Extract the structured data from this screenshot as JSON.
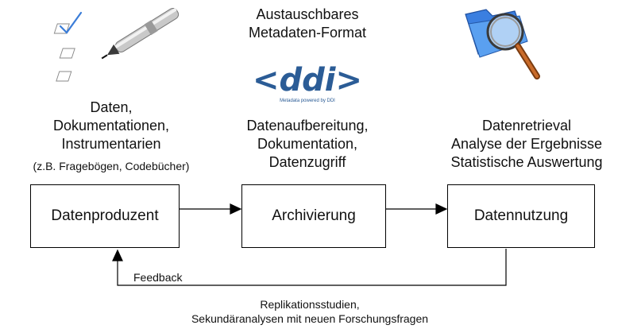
{
  "left_column": {
    "lines": [
      "Daten,",
      "Dokumentationen,",
      "Instrumentarien"
    ],
    "note": "(z.B. Fragebögen, Codebücher)"
  },
  "middle_column": {
    "header_lines": [
      "Austauschbares",
      "Metadaten-Format"
    ],
    "logo_text": "<ddi>",
    "logo_tagline": "Metadata powered by DDI",
    "lines": [
      "Datenaufbereitung,",
      "Dokumentation,",
      "Datenzugriff"
    ]
  },
  "right_column": {
    "lines": [
      "Datenretrieval",
      "Analyse der Ergebnisse",
      "Statistische Auswertung"
    ]
  },
  "boxes": {
    "producer": "Datenproduzent",
    "archiving": "Archivierung",
    "usage": "Datennutzung"
  },
  "feedback": {
    "label": "Feedback",
    "note_lines": [
      "Replikationsstudien,",
      "Sekundäranalysen mit neuen Forschungsfragen"
    ]
  },
  "icons": {
    "checklist": "checklist-with-pen-icon",
    "folder": "folder-with-magnifier-icon"
  }
}
